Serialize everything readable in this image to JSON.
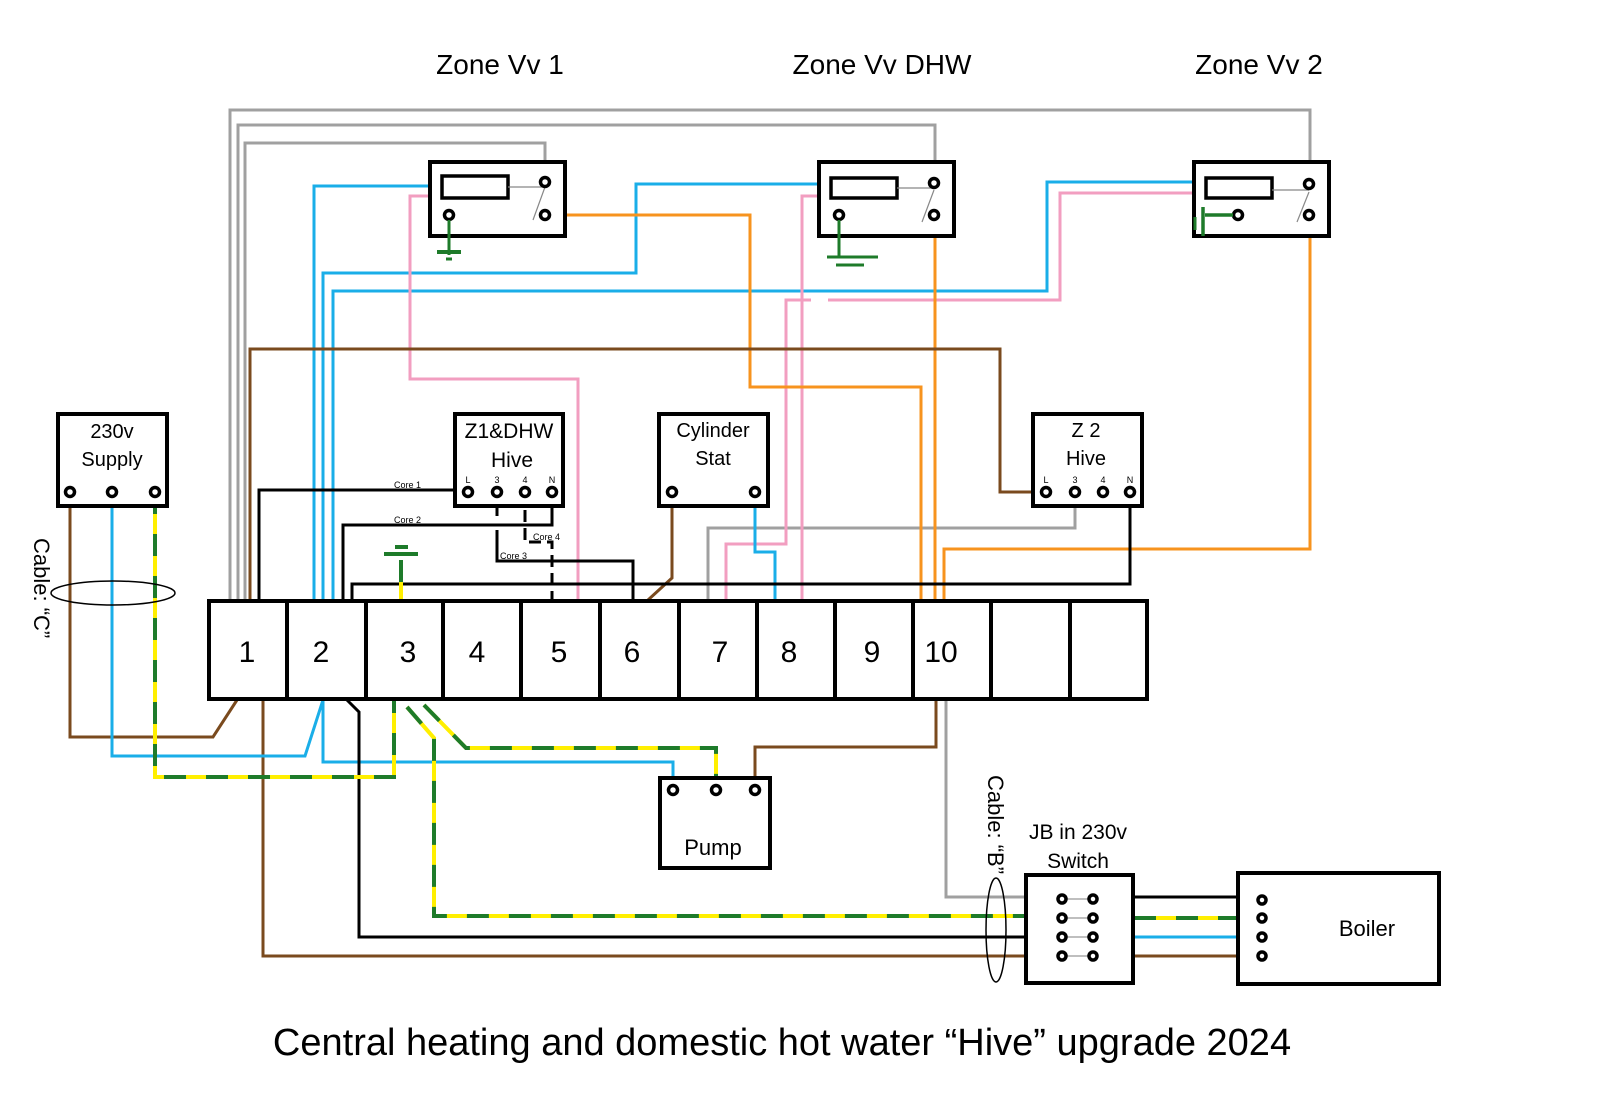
{
  "title": "Central heating and domestic hot water “Hive” upgrade 2024",
  "zone_valves": [
    {
      "label": "Zone Vv 1"
    },
    {
      "label": "Zone Vv DHW"
    },
    {
      "label": "Zone Vv 2"
    }
  ],
  "supply": {
    "line1": "230v",
    "line2": "Supply",
    "cable_label": "Cable: “C”"
  },
  "hive_z1dhw": {
    "line1": "Z1&DHW",
    "line2": "Hive",
    "terminals": [
      "L",
      "3",
      "4",
      "N"
    ]
  },
  "cylinder_stat": {
    "line1": "Cylinder",
    "line2": "Stat"
  },
  "hive_z2": {
    "line1": "Z 2",
    "line2": "Hive",
    "terminals": [
      "L",
      "3",
      "4",
      "N"
    ]
  },
  "cores": [
    "Core 1",
    "Core 2",
    "Core 3",
    "Core 4"
  ],
  "terminal_strip": {
    "labels": [
      "1",
      "2",
      "3",
      "4",
      "5",
      "6",
      "7",
      "8",
      "9",
      "10",
      "",
      ""
    ]
  },
  "pump": {
    "label": "Pump"
  },
  "junction_box": {
    "line1": "JB in 230v",
    "line2": "Switch",
    "cable_label": "Cable: “B”"
  },
  "boiler": {
    "label": "Boiler"
  },
  "wire_colors": {
    "live": "#7a4a1e",
    "neutral": "#1aaee8",
    "switched_grey": "#a0a0a0",
    "pink": "#f29ec0",
    "orange": "#f7931e",
    "black": "#000000",
    "earth_yellow": "#ffef00",
    "earth_green": "#1e7b2a"
  }
}
